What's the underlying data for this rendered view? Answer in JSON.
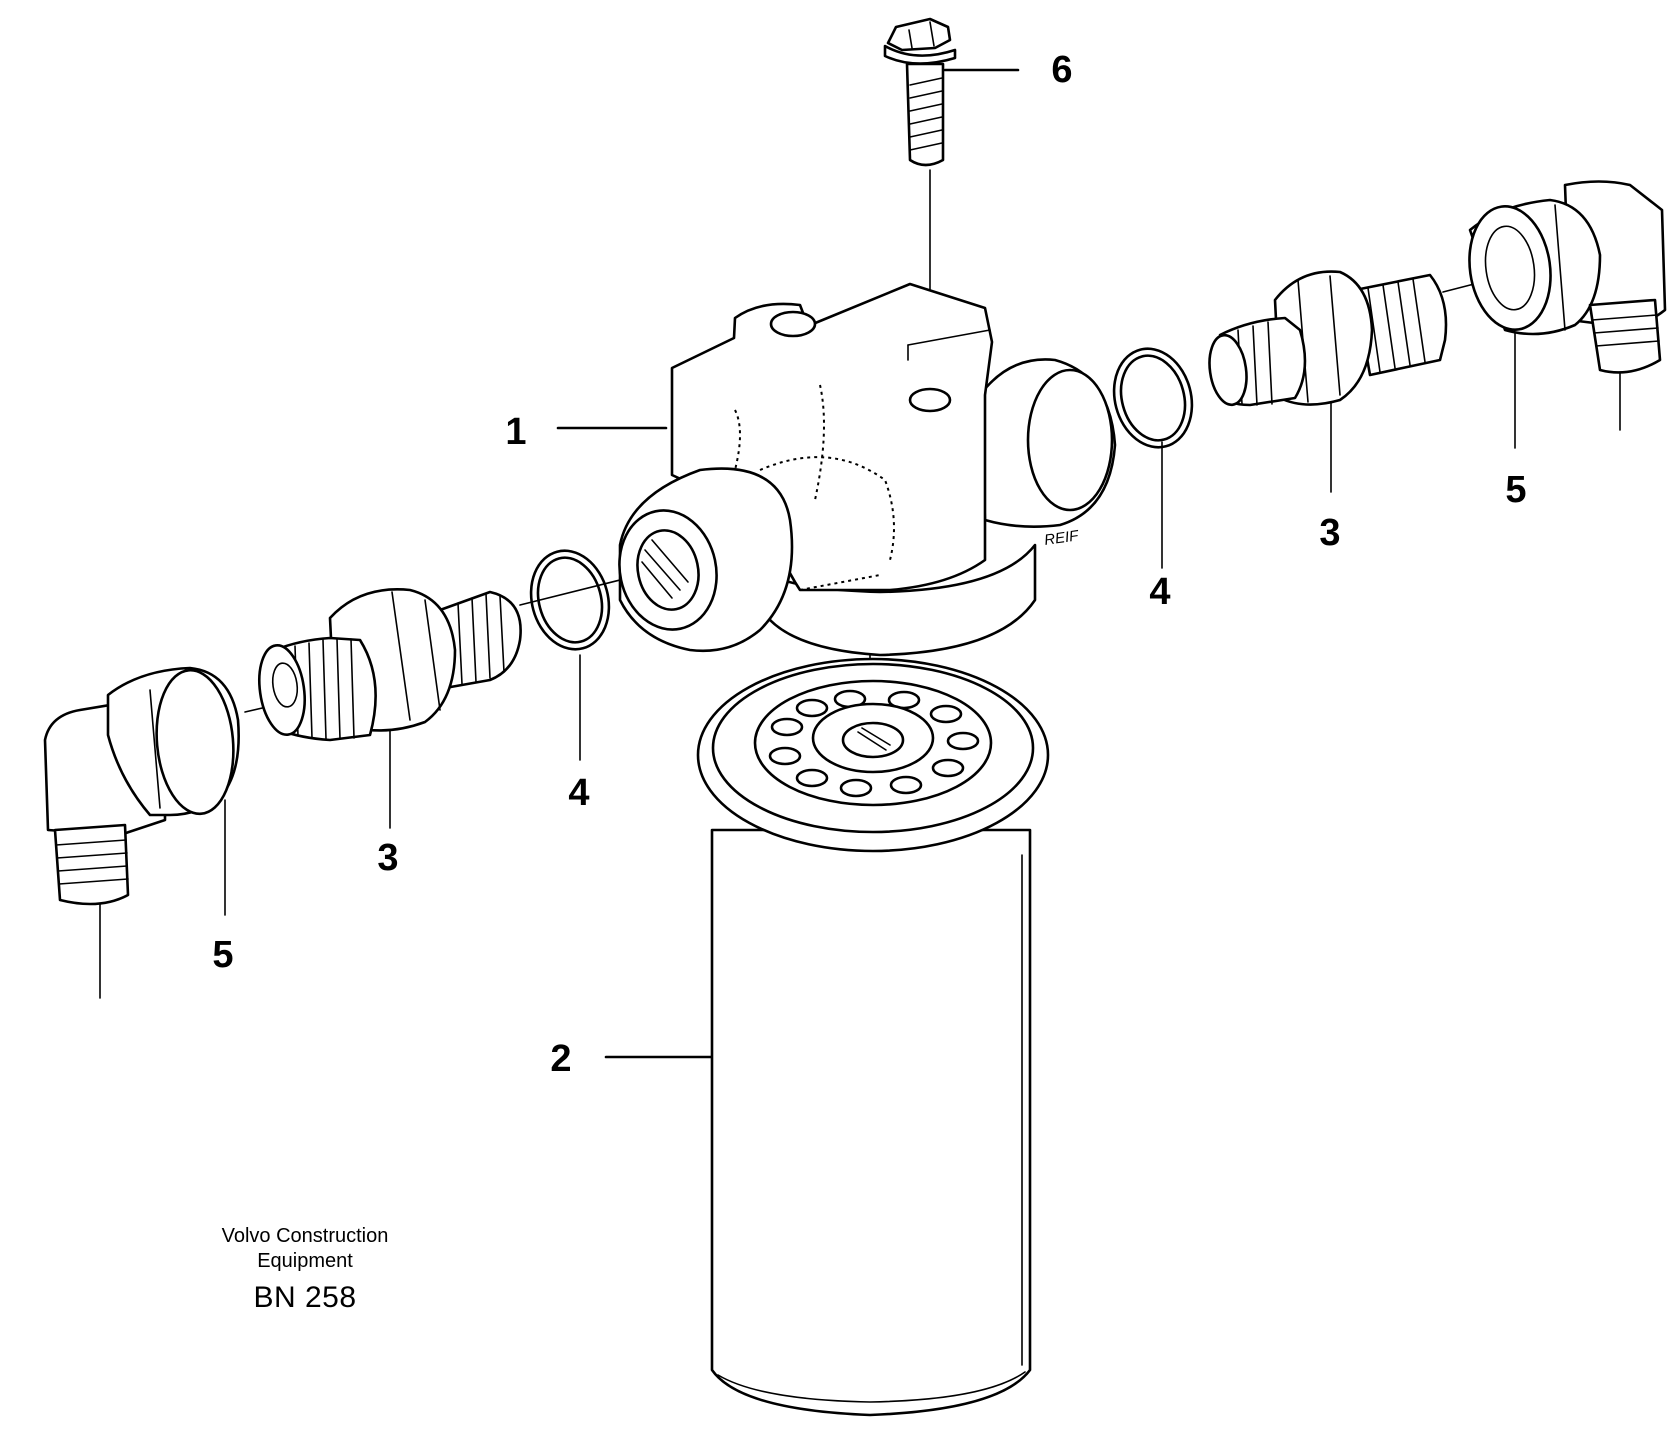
{
  "callouts": {
    "housing": "1",
    "filter": "2",
    "nipple_left": "3",
    "nipple_right": "3",
    "oring_left": "4",
    "oring_right": "4",
    "elbow_left": "5",
    "elbow_right": "5",
    "screw": "6"
  },
  "caption": {
    "line1": "Volvo Construction",
    "line2": "Equipment",
    "code": "BN 258"
  },
  "housing_marking": "REIF"
}
